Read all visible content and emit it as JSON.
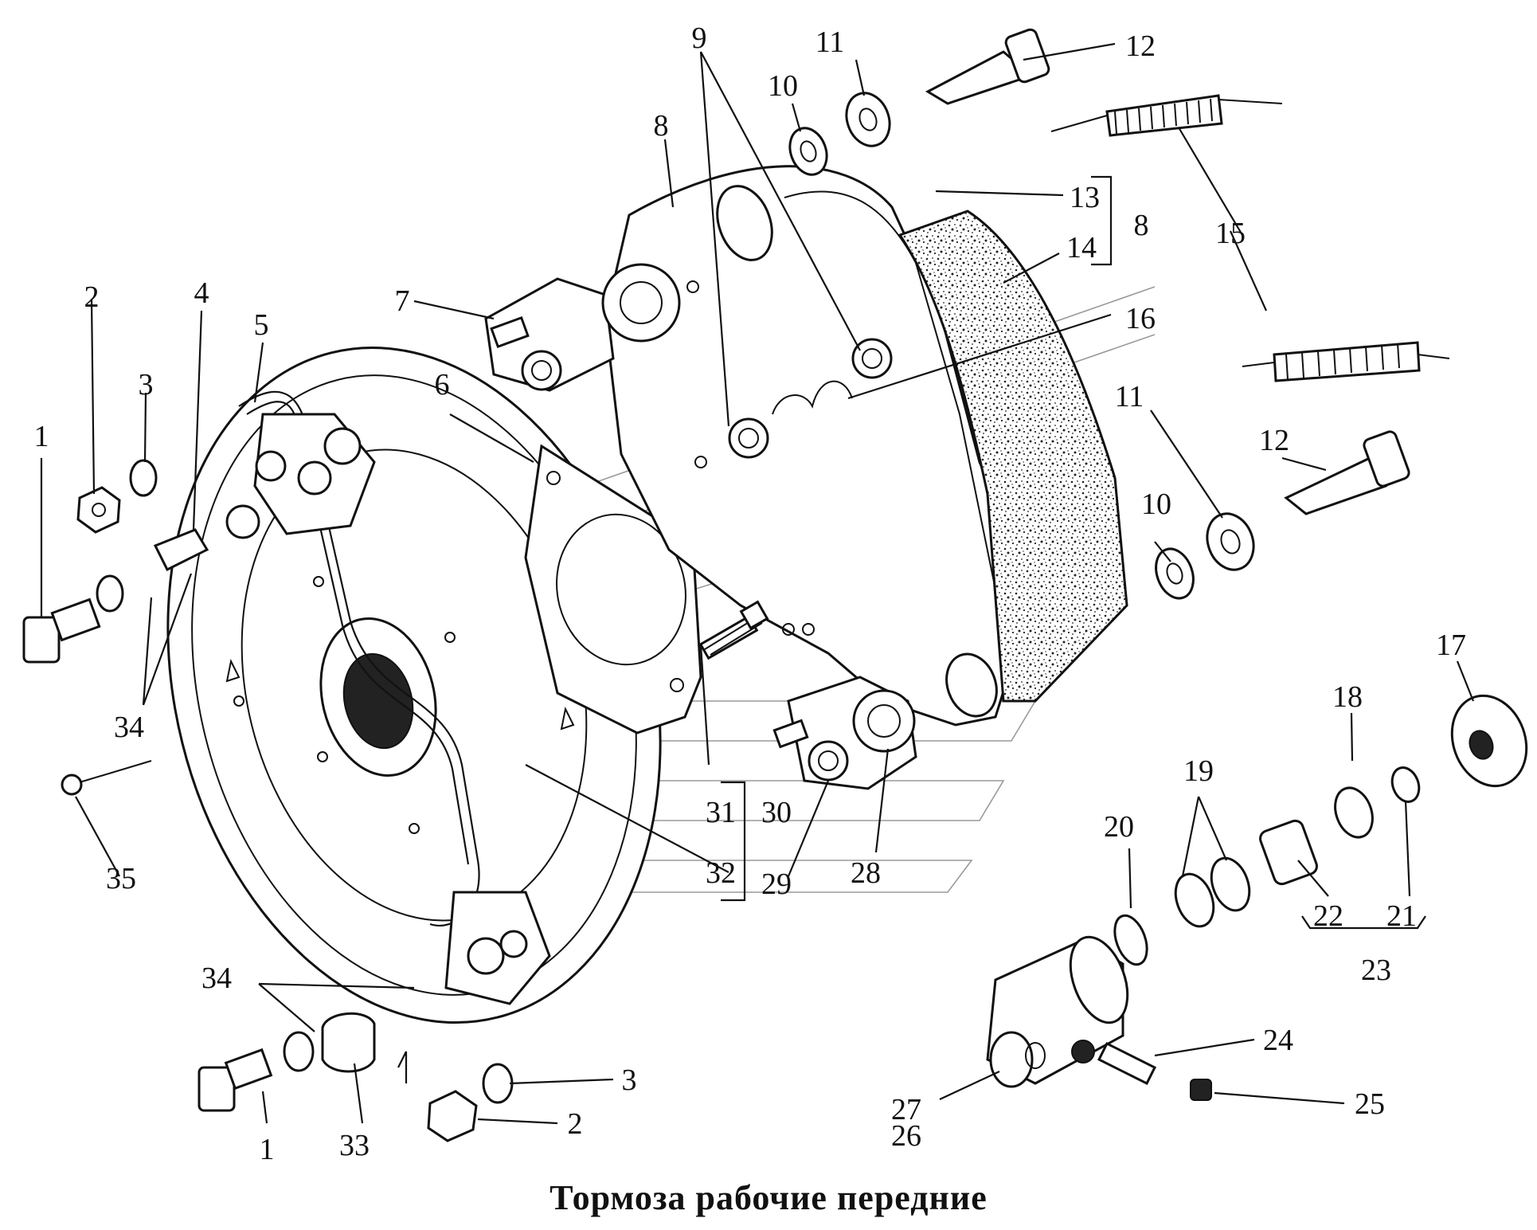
{
  "title": "Тормоза рабочие передние",
  "callouts": {
    "c1a": "1",
    "c1b": "1",
    "c2a": "2",
    "c2b": "2",
    "c3a": "3",
    "c3b": "3",
    "c4": "4",
    "c5": "5",
    "c6": "6",
    "c7": "7",
    "c8a": "8",
    "c8b": "8",
    "c9": "9",
    "c10a": "10",
    "c10b": "10",
    "c11a": "11",
    "c11b": "11",
    "c12a": "12",
    "c12b": "12",
    "c13": "13",
    "c14": "14",
    "c15": "15",
    "c16": "16",
    "c17": "17",
    "c18": "18",
    "c19": "19",
    "c20": "20",
    "c21": "21",
    "c22": "22",
    "c23": "23",
    "c24": "24",
    "c25": "25",
    "c26": "26",
    "c27": "27",
    "c28": "28",
    "c29": "29",
    "c30": "30",
    "c31": "31",
    "c32": "32",
    "c33": "33",
    "c34a": "34",
    "c34b": "34",
    "c35": "35"
  }
}
